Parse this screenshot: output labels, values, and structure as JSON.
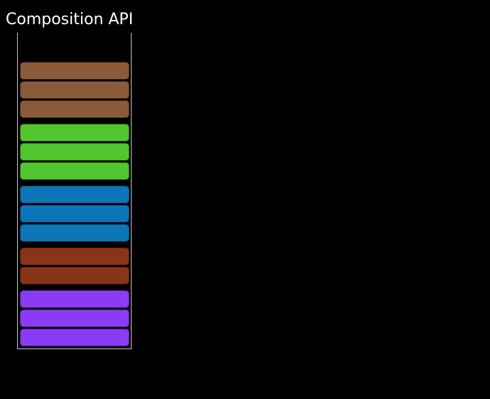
{
  "title": "Composition API",
  "colors": {
    "background": "#000000",
    "title_text": "#ffffff",
    "container_border": "#c6c6c6"
  },
  "container": {
    "shape": "open-top-rectangle",
    "sides": [
      "left",
      "right",
      "bottom"
    ]
  },
  "stack": {
    "total_bars": 14,
    "order": "top-to-bottom",
    "groups": [
      {
        "name": "brown",
        "color": "#8a5a3b",
        "count": 3
      },
      {
        "name": "green",
        "color": "#52c62f",
        "count": 3
      },
      {
        "name": "blue",
        "color": "#0b77b9",
        "count": 3
      },
      {
        "name": "rust",
        "color": "#8a3417",
        "count": 2
      },
      {
        "name": "purple",
        "color": "#8c3bf5",
        "count": 3
      }
    ]
  }
}
